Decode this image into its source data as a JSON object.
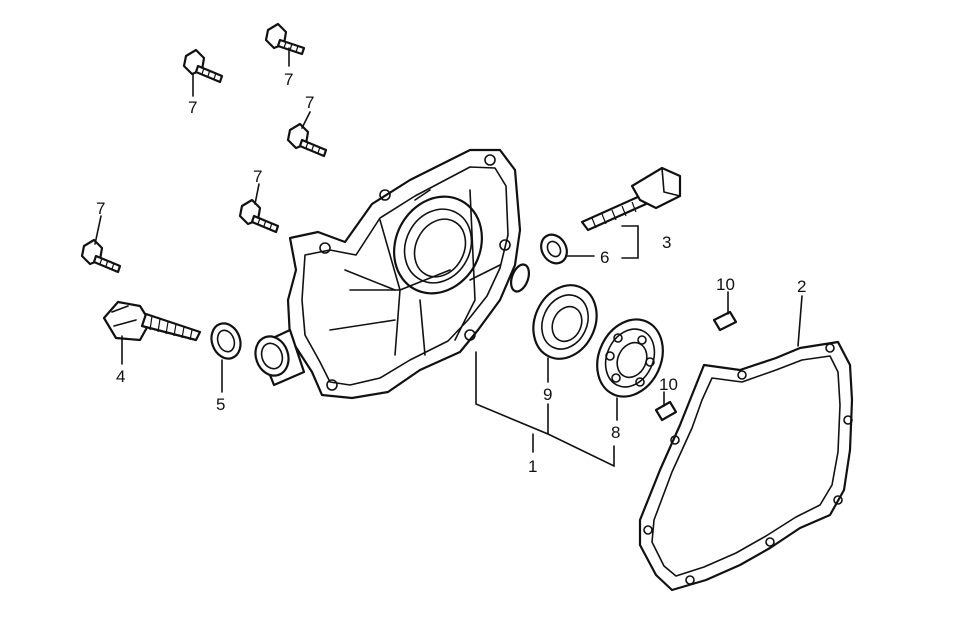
{
  "callouts": {
    "c1": "1",
    "c2": "2",
    "c3": "3",
    "c4": "4",
    "c5": "5",
    "c6": "6",
    "c7a": "7",
    "c7b": "7",
    "c7c": "7",
    "c7d": "7",
    "c7e": "7",
    "c8": "8",
    "c9": "9",
    "c10a": "10",
    "c10b": "10"
  }
}
